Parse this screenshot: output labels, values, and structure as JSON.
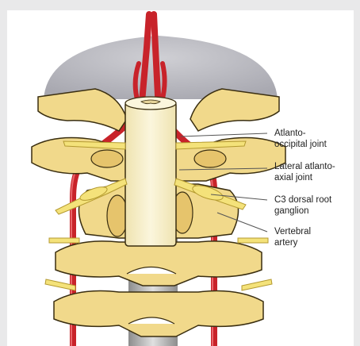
{
  "labels": {
    "atlanto_occipital_line1": "Atlanto-",
    "atlanto_occipital_line2": "occipital joint",
    "lateral_atlantoaxial_line1": "Lateral atlanto-",
    "lateral_atlantoaxial_line2": "axial joint",
    "c3_drg_line1": "C3 dorsal root",
    "c3_drg_line2": "ganglion",
    "vertebral_artery_line1": "Vertebral",
    "vertebral_artery_line2": "artery"
  },
  "colors": {
    "background": "#e9e9ea",
    "panel": "#ffffff",
    "skull_shadow": "#b9b9bf",
    "bone": "#f1d98b",
    "bone_outline": "#3a2e10",
    "artery": "#c8232a",
    "nerve": "#f4e27a",
    "spinal_cord": "#f8f1cf",
    "shaft": "#b8b8b8"
  }
}
